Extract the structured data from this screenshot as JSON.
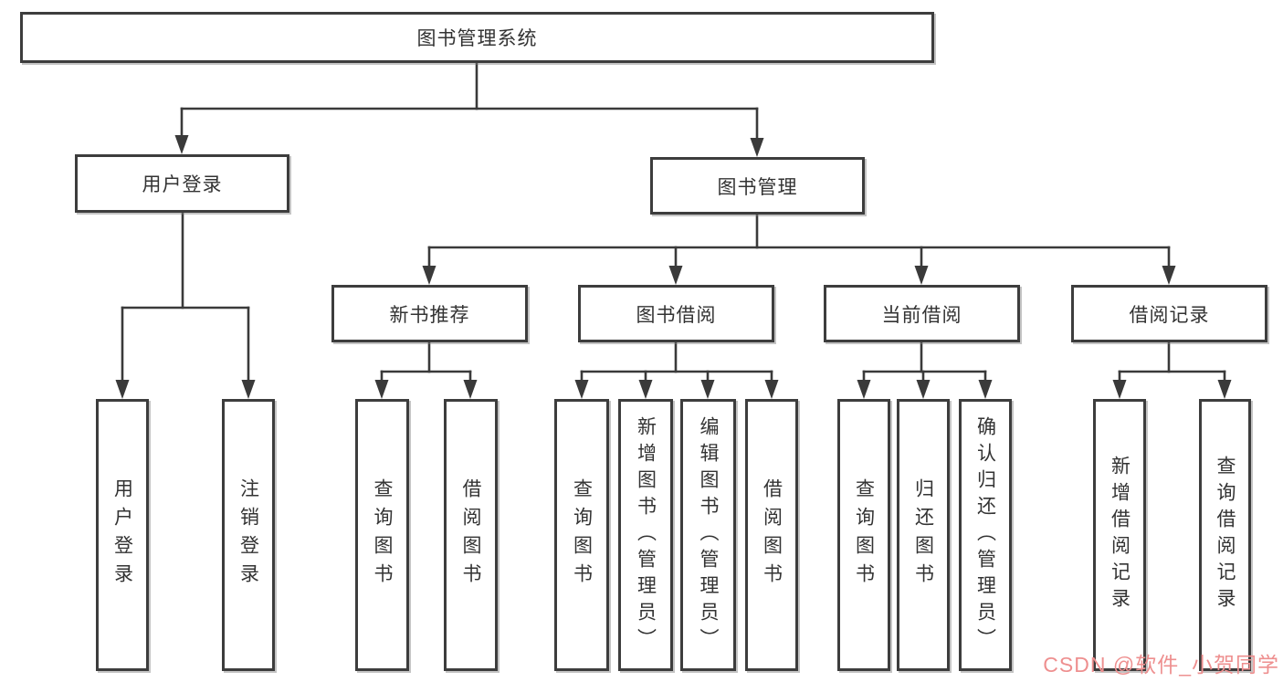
{
  "diagram": {
    "title": "图书管理系统",
    "user": {
      "label": "用户登录",
      "children": [
        "用户登录",
        "注销登录"
      ]
    },
    "management": {
      "label": "图书管理",
      "groups": [
        {
          "label": "新书推荐",
          "children": [
            "查询图书",
            "借阅图书"
          ]
        },
        {
          "label": "图书借阅",
          "children": [
            "查询图书",
            "新增图书（管理员）",
            "编辑图书（管理员）",
            "借阅图书"
          ]
        },
        {
          "label": "当前借阅",
          "children": [
            "查询图书",
            "归还图书",
            "确认归还（管理员）"
          ]
        },
        {
          "label": "借阅记录",
          "children": [
            "新增借阅记录",
            "查询借阅记录"
          ]
        }
      ]
    },
    "colors": {
      "line": "#3a3a3a",
      "box_border": "#3d3d3d",
      "text": "#333333",
      "watermark": "#ee8f8f"
    }
  },
  "watermark": {
    "text": "CSDN @软件_小贺同学"
  }
}
